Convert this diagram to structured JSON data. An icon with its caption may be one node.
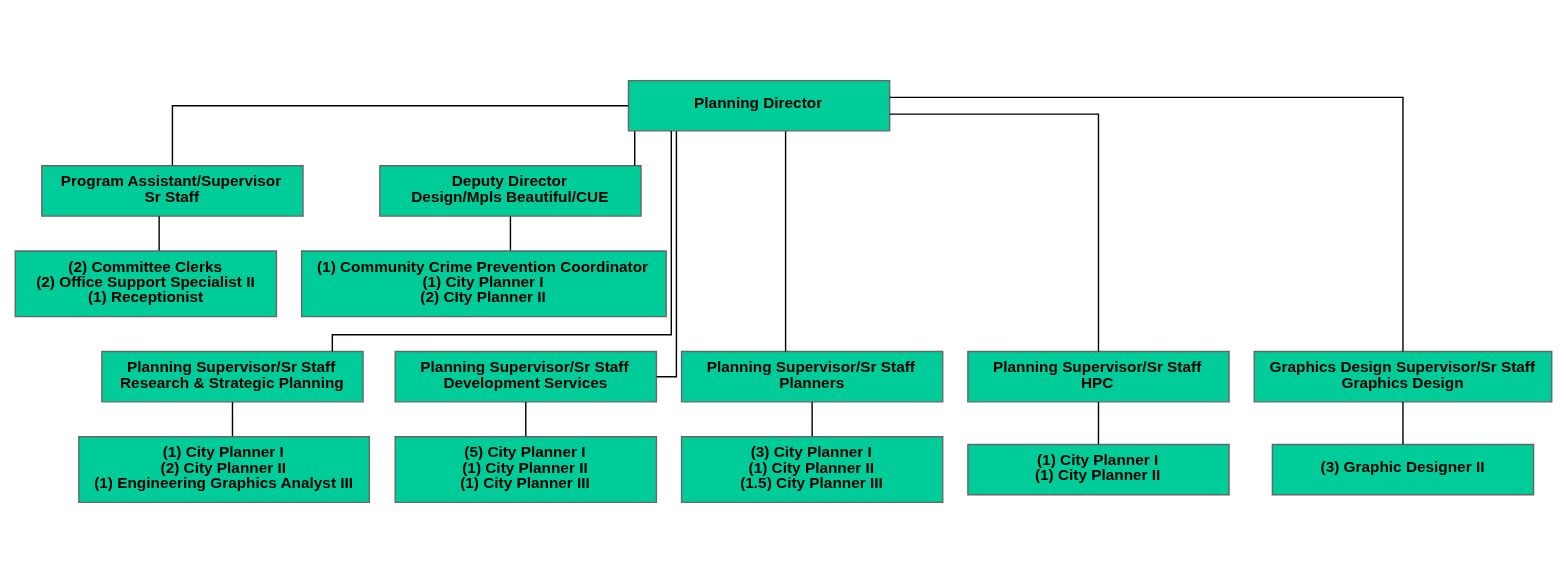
{
  "diagram": {
    "nodes": [
      {
        "text": [
          "Planning Director"
        ]
      },
      {
        "text": [
          "Program Assistant/Supervisor",
          "Sr Staff"
        ]
      },
      {
        "text": [
          "Deputy Director",
          "Design/Mpls Beautiful/CUE"
        ]
      },
      {
        "text": [
          "(2) Committee Clerks",
          "(2) Office Support Specialist II",
          "(1) Receptionist"
        ]
      },
      {
        "text": [
          "(1) Community Crime Prevention Coordinator",
          "(1) City Planner I",
          "(2) CIty Planner II"
        ]
      },
      {
        "text": [
          "Planning Supervisor/Sr Staff",
          "Research & Strategic Planning"
        ]
      },
      {
        "text": [
          "Planning Supervisor/Sr Staff",
          "Development Services"
        ]
      },
      {
        "text": [
          "Planning Supervisor/Sr Staff",
          "Planners"
        ]
      },
      {
        "text": [
          "Planning Supervisor/Sr Staff",
          "HPC"
        ]
      },
      {
        "text": [
          "Graphics Design Supervisor/Sr Staff",
          "Graphics Design"
        ]
      },
      {
        "text": [
          "(1) City Planner I",
          "(2) City Planner II",
          "(1) Engineering Graphics Analyst III"
        ]
      },
      {
        "text": [
          "(5) City Planner I",
          "(1) City Planner II",
          "(1) City Planner III"
        ]
      },
      {
        "text": [
          "(3) City Planner I",
          "(1) City Planner II",
          "(1.5) City Planner III"
        ]
      },
      {
        "text": [
          "(1) City Planner I",
          "(1) City Planner II"
        ]
      },
      {
        "text": [
          "(3) Graphic Designer II"
        ]
      }
    ],
    "edges": [
      {
        "from": 0,
        "to": 1,
        "arrow": "none"
      },
      {
        "from": 0,
        "to": 2,
        "arrow": "none"
      },
      {
        "from": 1,
        "to": 3,
        "arrow": "none"
      },
      {
        "from": 2,
        "to": 4,
        "arrow": "none"
      },
      {
        "from": 0,
        "to": 5,
        "arrow": "none"
      },
      {
        "from": 0,
        "to": 6,
        "arrow": "none"
      },
      {
        "from": 0,
        "to": 7,
        "arrow": "none"
      },
      {
        "from": 0,
        "to": 8,
        "arrow": "none"
      },
      {
        "from": 0,
        "to": 9,
        "arrow": "none"
      },
      {
        "from": 5,
        "to": 10,
        "arrow": "none"
      },
      {
        "from": 6,
        "to": 11,
        "arrow": "none"
      },
      {
        "from": 7,
        "to": 12,
        "arrow": "none"
      },
      {
        "from": 8,
        "to": 13,
        "arrow": "none"
      },
      {
        "from": 9,
        "to": 14,
        "arrow": "none"
      }
    ]
  }
}
